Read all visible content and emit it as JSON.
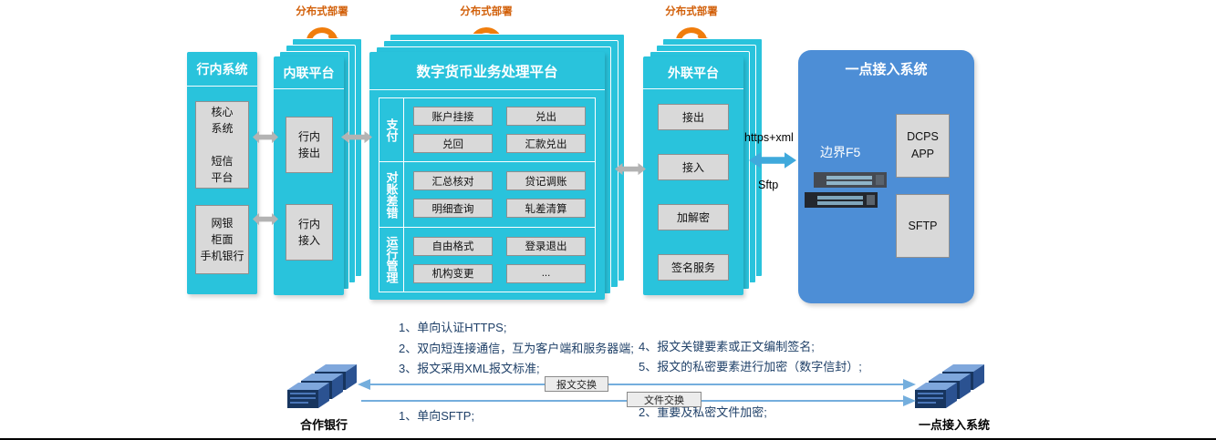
{
  "colors": {
    "cyan": "#29C3DC",
    "blue": "#4D8ED6",
    "gray_box": "#D9D9D9",
    "orange_label": "#D2600A",
    "orange_loop": "#F07D0C",
    "arrow_gray": "#B3B3B3",
    "arrow_blue": "#3FA9DC",
    "note_text": "#1F4068"
  },
  "deploy": {
    "label": "分布式部署"
  },
  "inbank_panel": {
    "title": "行内系统",
    "box_core": "核心\n系统\n\n短信\n平台",
    "box_channel": "网银\n柜面\n手机银行"
  },
  "internal_platform": {
    "title": "内联平台",
    "box_out": "行内\n接出",
    "box_in": "行内\n接入"
  },
  "dcpp_platform": {
    "title": "数字货币业务处理平台",
    "rows": [
      {
        "label": "支付",
        "cells": [
          "账户挂接",
          "兑出",
          "兑回",
          "汇款兑出"
        ]
      },
      {
        "label": "对账差错",
        "cells": [
          "汇总核对",
          "贷记调账",
          "明细查询",
          "轧差清算"
        ]
      },
      {
        "label": "运行管理",
        "cells": [
          "自由格式",
          "登录退出",
          "机构变更",
          "..."
        ]
      }
    ]
  },
  "external_platform": {
    "title": "外联平台",
    "items": [
      "接出",
      "接入",
      "加解密",
      "签名服务"
    ]
  },
  "onepoint_system": {
    "title": "一点接入系统",
    "f5_label": "边界F5",
    "box_dcps": "DCPS\nAPP",
    "box_sftp": "SFTP"
  },
  "link_labels": {
    "top": "https+xml",
    "bottom": "Sftp"
  },
  "notes": {
    "l1": "1、单向认证HTTPS;",
    "l2": "2、双向短连接通信，互为客户端和服务器端;",
    "l3": "3、报文采用XML报文标准;",
    "r1": "4、报文关键要素或正文编制签名;",
    "r2": "5、报文的私密要素进行加密（数字信封）;",
    "l4": "1、单向SFTP;",
    "r3": "2、重要及私密文件加密;"
  },
  "bottom_diagram": {
    "left_label": "合作银行",
    "right_label": "一点接入系统",
    "msg_exchange": "报文交换",
    "file_exchange": "文件交换"
  }
}
